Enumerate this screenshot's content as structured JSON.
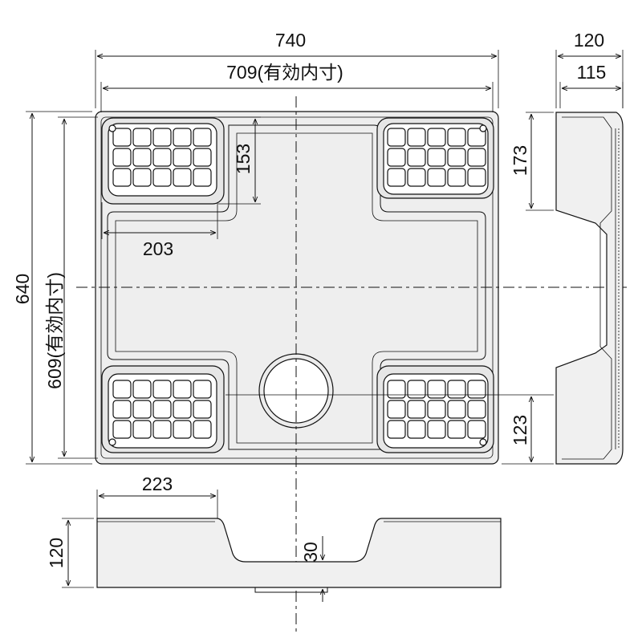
{
  "dimensions": {
    "width_outer": "740",
    "width_inner": "709(有効内寸)",
    "side_depth_outer": "120",
    "side_depth_inner": "115",
    "height_outer": "640",
    "height_inner": "609(有効内寸)",
    "foot_height_top": "153",
    "foot_width_top": "203",
    "side_offset_top": "173",
    "side_offset_bottom": "123",
    "foot_width_bottom": "223",
    "front_height": "120",
    "drain_depth": "30"
  }
}
